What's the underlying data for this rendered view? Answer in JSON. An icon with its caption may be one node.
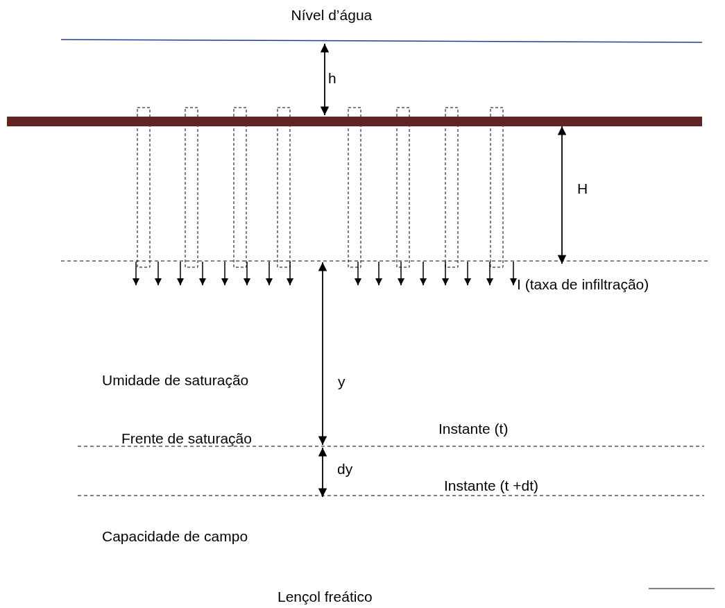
{
  "diagram": {
    "labels": [
      "Nível d’água",
      "h",
      "H",
      "I (taxa de infiltração)",
      "Umidade de saturação",
      "y",
      "Instante (t)",
      "Frente de saturação",
      "dy",
      "Instante (t +dt)",
      "Capacidade de campo",
      "Lençol freático"
    ]
  }
}
